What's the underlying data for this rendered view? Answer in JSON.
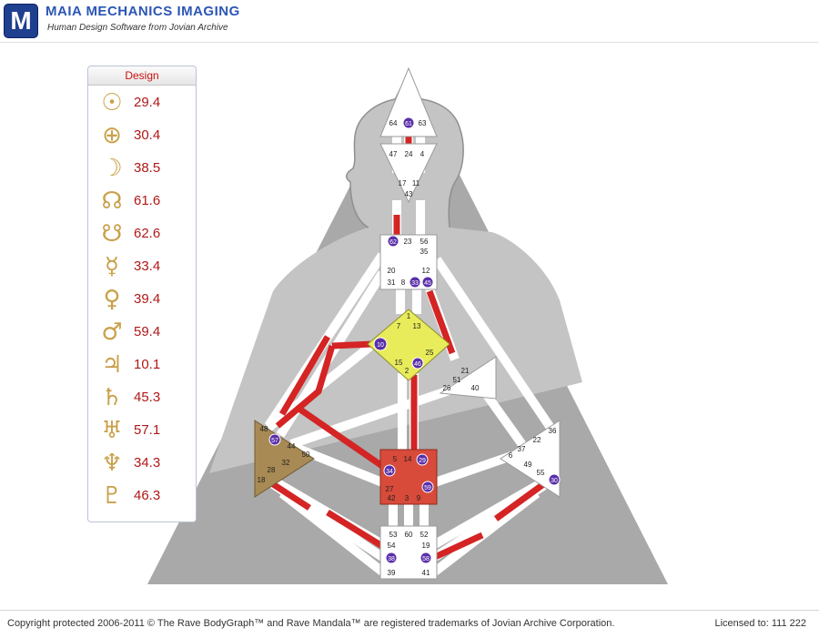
{
  "header": {
    "logo_letter": "M",
    "title": "MAIA MECHANICS IMAGING",
    "subtitle": "Human Design Software from Jovian Archive"
  },
  "design_panel": {
    "heading": "Design",
    "rows": [
      {
        "icon": "sun-icon",
        "glyph": "☉",
        "value": "29.4"
      },
      {
        "icon": "earth-icon",
        "glyph": "⊕",
        "value": "30.4"
      },
      {
        "icon": "moon-icon",
        "glyph": "☽",
        "value": "38.5"
      },
      {
        "icon": "north-node-icon",
        "glyph": "☊",
        "value": "61.6"
      },
      {
        "icon": "south-node-icon",
        "glyph": "☋",
        "value": "62.6"
      },
      {
        "icon": "mercury-icon",
        "glyph": "☿",
        "value": "33.4"
      },
      {
        "icon": "venus-icon",
        "glyph": "♀",
        "value": "39.4"
      },
      {
        "icon": "mars-icon",
        "glyph": "♂",
        "value": "59.4"
      },
      {
        "icon": "jupiter-icon",
        "glyph": "♃",
        "value": "10.1"
      },
      {
        "icon": "saturn-icon",
        "glyph": "♄",
        "value": "45.3"
      },
      {
        "icon": "uranus-icon",
        "glyph": "♅",
        "value": "57.1"
      },
      {
        "icon": "neptune-icon",
        "glyph": "♆",
        "value": "34.3"
      },
      {
        "icon": "pluto-icon",
        "glyph": "♇",
        "value": "46.3"
      }
    ]
  },
  "bodygraph": {
    "head_gates": [
      "64",
      "61",
      "63"
    ],
    "ajna_gates": [
      "47",
      "24",
      "4",
      "17",
      "11",
      "43"
    ],
    "throat_gates": [
      "62",
      "23",
      "56",
      "35",
      "20",
      "12",
      "31",
      "8",
      "33",
      "45"
    ],
    "g_gates": [
      "1",
      "7",
      "13",
      "10",
      "25",
      "15",
      "46",
      "2"
    ],
    "ego_gates": [
      "21",
      "51",
      "26",
      "40"
    ],
    "spleen_gates": [
      "48",
      "57",
      "44",
      "50",
      "32",
      "28",
      "18"
    ],
    "sacral_gates": [
      "5",
      "14",
      "29",
      "34",
      "59",
      "27",
      "42",
      "3",
      "9"
    ],
    "solar_plexus_gates": [
      "36",
      "22",
      "37",
      "6",
      "49",
      "55",
      "30"
    ],
    "root_gates": [
      "53",
      "60",
      "52",
      "54",
      "19",
      "38",
      "58",
      "39",
      "41"
    ],
    "colors": {
      "background": "#a9a9a9",
      "defined_channel": "#d42424",
      "g_center": "#e8ec5a",
      "spleen_center": "#a88a55",
      "sacral_center": "#d84a3a",
      "gate_badge": "#5a2fa8"
    }
  },
  "footer": {
    "copyright": "Copyright protected 2006-2011 © The Rave BodyGraph™ and Rave Mandala™ are registered trademarks of Jovian Archive Corporation.",
    "license": "Licensed to: 111 222"
  }
}
